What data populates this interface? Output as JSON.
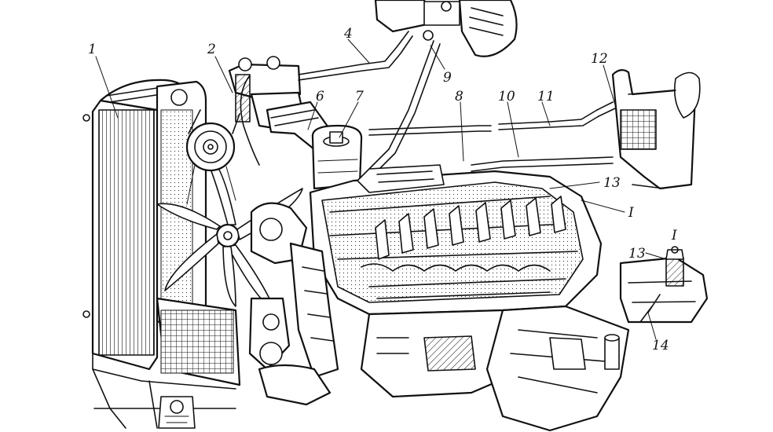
{
  "labels": {
    "l1": "1",
    "l2": "2",
    "l4": "4",
    "l6": "6",
    "l7": "7",
    "l8": "8",
    "l9": "9",
    "l10": "10",
    "l11": "11",
    "l12": "12",
    "l13": "13",
    "l13b": "13",
    "l14": "14",
    "lI": "I",
    "lIb": "I"
  }
}
